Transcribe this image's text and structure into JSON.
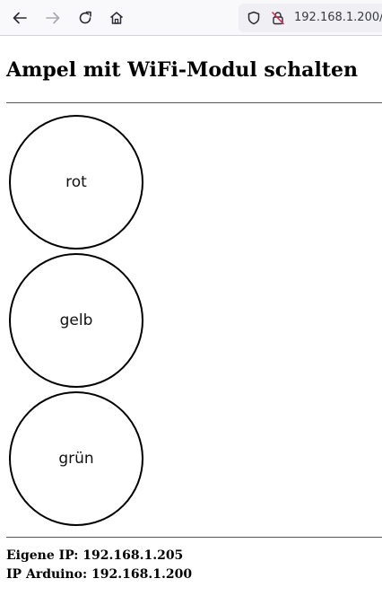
{
  "browser": {
    "url": "192.168.1.200/",
    "icons": [
      "back-arrow-icon",
      "forward-arrow-icon",
      "reload-icon",
      "home-icon",
      "shield-icon",
      "insecure-lock-icon"
    ]
  },
  "page": {
    "title": "Ampel mit WiFi-Modul schalten",
    "lamps": [
      {
        "label": "rot"
      },
      {
        "label": "gelb"
      },
      {
        "label": "grün"
      }
    ],
    "own_ip": "Eigene IP: 192.168.1.205",
    "arduino_ip": "IP Arduino: 192.168.1.200"
  }
}
